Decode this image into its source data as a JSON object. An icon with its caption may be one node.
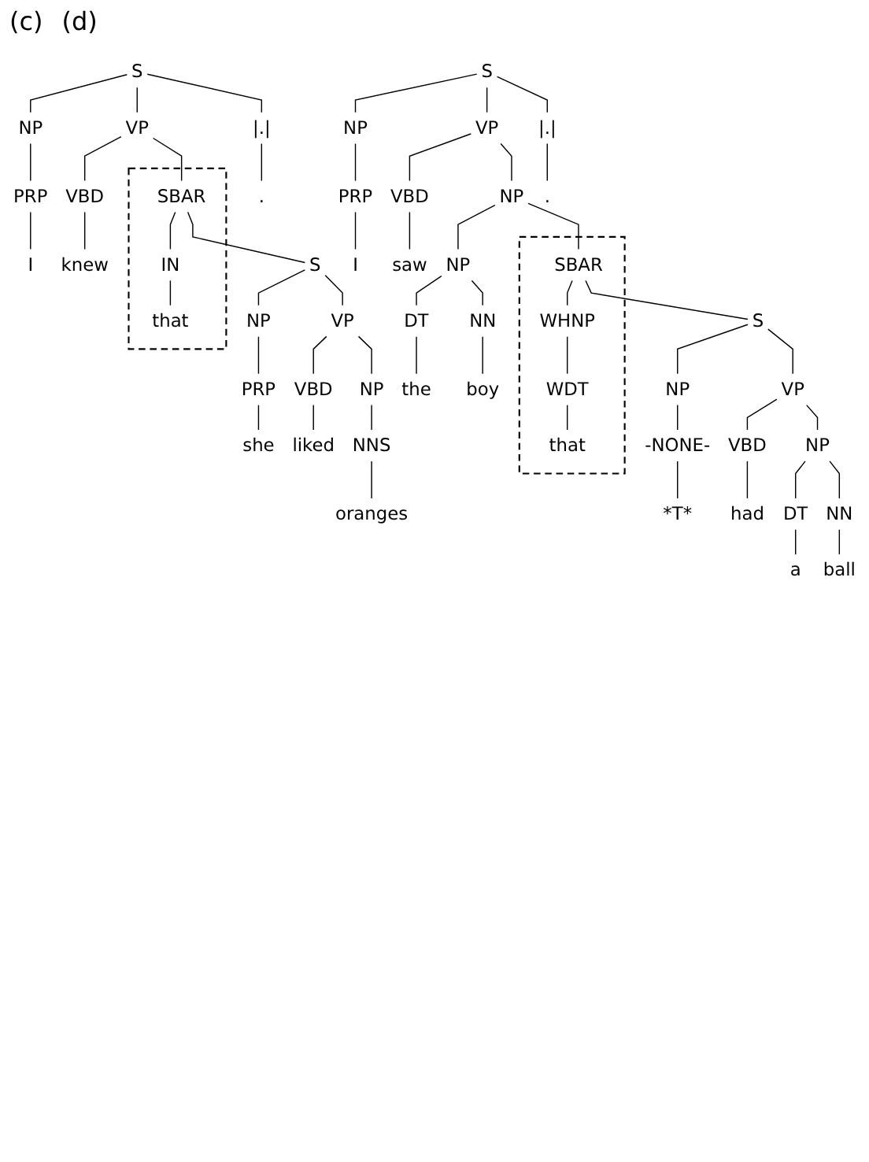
{
  "diagram": {
    "nodes": [
      {
        "text": [
          "S"
        ]
      },
      {
        "text": [
          "NP"
        ]
      },
      {
        "text": [
          "VP"
        ]
      },
      {
        "text": [
          "|.|"
        ]
      },
      {
        "text": [
          "PRP"
        ]
      },
      {
        "text": [
          "VBD"
        ]
      },
      {
        "text": [],
        "shape": "box"
      },
      {
        "text": [
          "SBAR"
        ],
        "in": 6
      },
      {
        "text": [
          "."
        ]
      },
      {
        "text": [
          "I"
        ]
      },
      {
        "text": [
          "knew"
        ]
      },
      {
        "text": [
          "IN"
        ],
        "in": 6
      },
      {
        "text": [
          "S"
        ]
      },
      {
        "text": [
          "that"
        ],
        "in": 6
      },
      {
        "text": [
          "NP"
        ]
      },
      {
        "text": [
          "VP"
        ]
      },
      {
        "text": [
          "PRP"
        ]
      },
      {
        "text": [
          "VBD"
        ]
      },
      {
        "text": [
          "NP"
        ]
      },
      {
        "text": [
          "she"
        ]
      },
      {
        "text": [
          "liked"
        ]
      },
      {
        "text": [
          "NNS"
        ]
      },
      {
        "text": [
          "oranges"
        ]
      },
      {
        "text": [
          "S"
        ]
      },
      {
        "text": [
          "NP"
        ]
      },
      {
        "text": [
          "VP"
        ]
      },
      {
        "text": [
          "|.|"
        ]
      },
      {
        "text": [
          "PRP"
        ]
      },
      {
        "text": [
          "VBD"
        ]
      },
      {
        "text": [
          "NP"
        ]
      },
      {
        "text": [
          "."
        ]
      },
      {
        "text": [
          "I"
        ]
      },
      {
        "text": [
          "saw"
        ]
      },
      {
        "text": [
          "NP"
        ]
      },
      {
        "text": [],
        "shape": "box"
      },
      {
        "text": [
          "SBAR"
        ],
        "in": 34
      },
      {
        "text": [
          "DT"
        ]
      },
      {
        "text": [
          "NN"
        ]
      },
      {
        "text": [
          "WHNP"
        ],
        "in": 34
      },
      {
        "text": [
          "S"
        ]
      },
      {
        "text": [
          "the"
        ]
      },
      {
        "text": [
          "boy"
        ]
      },
      {
        "text": [
          "WDT"
        ],
        "in": 34
      },
      {
        "text": [
          "NP"
        ]
      },
      {
        "text": [
          "VP"
        ]
      },
      {
        "text": [
          "that"
        ],
        "in": 34
      },
      {
        "text": [
          "-NONE-"
        ]
      },
      {
        "text": [
          "VBD"
        ]
      },
      {
        "text": [
          "NP"
        ]
      },
      {
        "text": [
          "*T*"
        ]
      },
      {
        "text": [
          "had"
        ]
      },
      {
        "text": [
          "DT"
        ]
      },
      {
        "text": [
          "NN"
        ]
      },
      {
        "text": [
          "a"
        ]
      },
      {
        "text": [
          "ball"
        ]
      }
    ],
    "edges": [
      {
        "from": 0,
        "to": 1,
        "arrow": "none"
      },
      {
        "from": 0,
        "to": 2,
        "arrow": "none"
      },
      {
        "from": 0,
        "to": 3,
        "arrow": "none"
      },
      {
        "from": 1,
        "to": 4,
        "arrow": "none"
      },
      {
        "from": 4,
        "to": 9,
        "arrow": "none"
      },
      {
        "from": 2,
        "to": 5,
        "arrow": "none"
      },
      {
        "from": 5,
        "to": 10,
        "arrow": "none"
      },
      {
        "from": 2,
        "to": 7,
        "arrow": "none"
      },
      {
        "from": 3,
        "to": 8,
        "arrow": "none"
      },
      {
        "from": 7,
        "to": 11,
        "arrow": "none"
      },
      {
        "from": 7,
        "to": 12,
        "arrow": "none"
      },
      {
        "from": 11,
        "to": 13,
        "arrow": "none"
      },
      {
        "from": 12,
        "to": 14,
        "arrow": "none"
      },
      {
        "from": 12,
        "to": 15,
        "arrow": "none"
      },
      {
        "from": 14,
        "to": 16,
        "arrow": "none"
      },
      {
        "from": 16,
        "to": 19,
        "arrow": "none"
      },
      {
        "from": 15,
        "to": 17,
        "arrow": "none"
      },
      {
        "from": 15,
        "to": 18,
        "arrow": "none"
      },
      {
        "from": 17,
        "to": 20,
        "arrow": "none"
      },
      {
        "from": 18,
        "to": 21,
        "arrow": "none"
      },
      {
        "from": 21,
        "to": 22,
        "arrow": "none"
      },
      {
        "from": 23,
        "to": 24,
        "arrow": "none"
      },
      {
        "from": 23,
        "to": 25,
        "arrow": "none"
      },
      {
        "from": 23,
        "to": 26,
        "arrow": "none"
      },
      {
        "from": 24,
        "to": 27,
        "arrow": "none"
      },
      {
        "from": 27,
        "to": 31,
        "arrow": "none"
      },
      {
        "from": 25,
        "to": 28,
        "arrow": "none"
      },
      {
        "from": 28,
        "to": 32,
        "arrow": "none"
      },
      {
        "from": 25,
        "to": 29,
        "arrow": "none"
      },
      {
        "from": 26,
        "to": 30,
        "arrow": "none"
      },
      {
        "from": 29,
        "to": 33,
        "arrow": "none"
      },
      {
        "from": 29,
        "to": 35,
        "arrow": "none"
      },
      {
        "from": 33,
        "to": 36,
        "arrow": "none"
      },
      {
        "from": 33,
        "to": 37,
        "arrow": "none"
      },
      {
        "from": 36,
        "to": 40,
        "arrow": "none"
      },
      {
        "from": 37,
        "to": 41,
        "arrow": "none"
      },
      {
        "from": 35,
        "to": 38,
        "arrow": "none"
      },
      {
        "from": 35,
        "to": 39,
        "arrow": "none"
      },
      {
        "from": 38,
        "to": 42,
        "arrow": "none"
      },
      {
        "from": 42,
        "to": 45,
        "arrow": "none"
      },
      {
        "from": 39,
        "to": 43,
        "arrow": "none"
      },
      {
        "from": 39,
        "to": 44,
        "arrow": "none"
      },
      {
        "from": 43,
        "to": 46,
        "arrow": "none"
      },
      {
        "from": 46,
        "to": 49,
        "arrow": "none"
      },
      {
        "from": 44,
        "to": 47,
        "arrow": "none"
      },
      {
        "from": 44,
        "to": 48,
        "arrow": "none"
      },
      {
        "from": 47,
        "to": 50,
        "arrow": "none"
      },
      {
        "from": 48,
        "to": 51,
        "arrow": "none"
      },
      {
        "from": 48,
        "to": 52,
        "arrow": "none"
      },
      {
        "from": 51,
        "to": 53,
        "arrow": "none"
      },
      {
        "from": 52,
        "to": 54,
        "arrow": "none"
      }
    ],
    "labels": [
      "(c)",
      "(d)"
    ]
  }
}
